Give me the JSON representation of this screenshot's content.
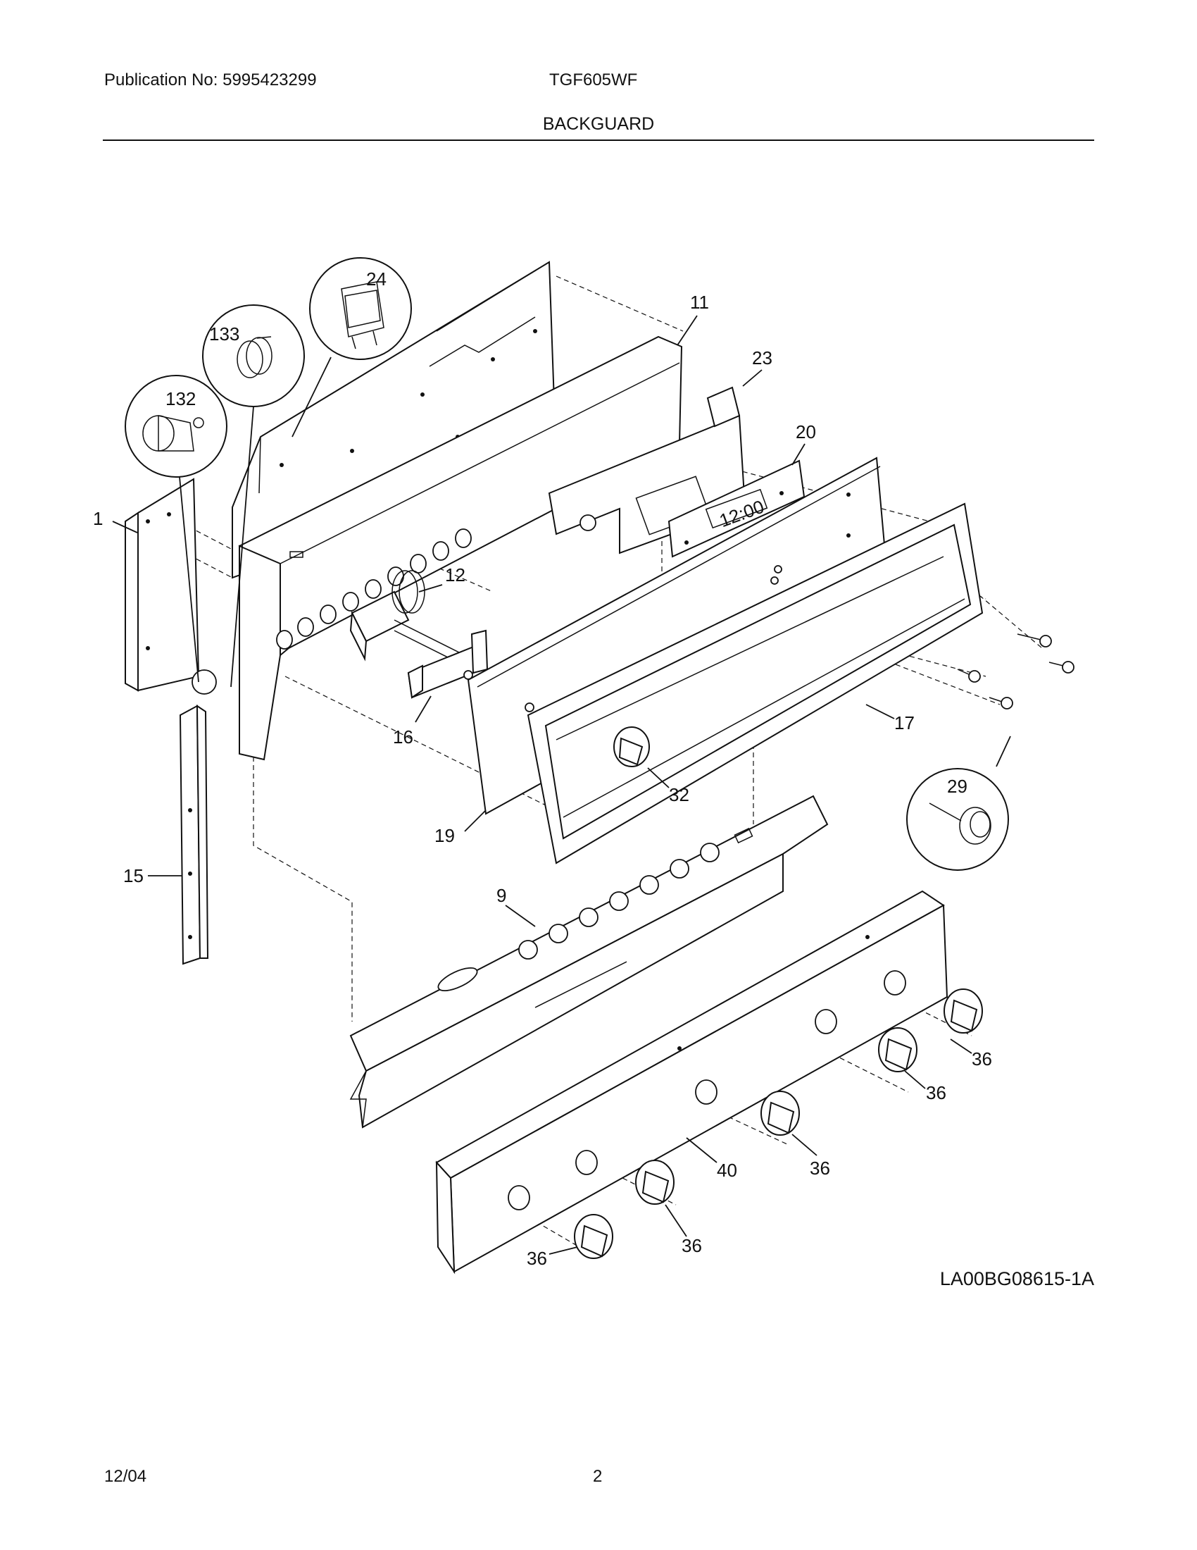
{
  "header": {
    "publication": "Publication No: 5995423299",
    "model": "TGF605WF",
    "section": "BACKGUARD"
  },
  "diagram": {
    "clock_display": "12:00",
    "callouts": {
      "c1": "1",
      "c9": "9",
      "c11": "11",
      "c12": "12",
      "c15": "15",
      "c16": "16",
      "c17": "17",
      "c19": "19",
      "c20": "20",
      "c23": "23",
      "c24": "24",
      "c29": "29",
      "c32": "32",
      "c40": "40",
      "c132": "132",
      "c133": "133",
      "c36a": "36",
      "c36b": "36",
      "c36c": "36",
      "c36d": "36",
      "c36e": "36"
    },
    "reference_code": "LA00BG08615-1A"
  },
  "footer": {
    "date": "12/04",
    "page_number": "2"
  }
}
